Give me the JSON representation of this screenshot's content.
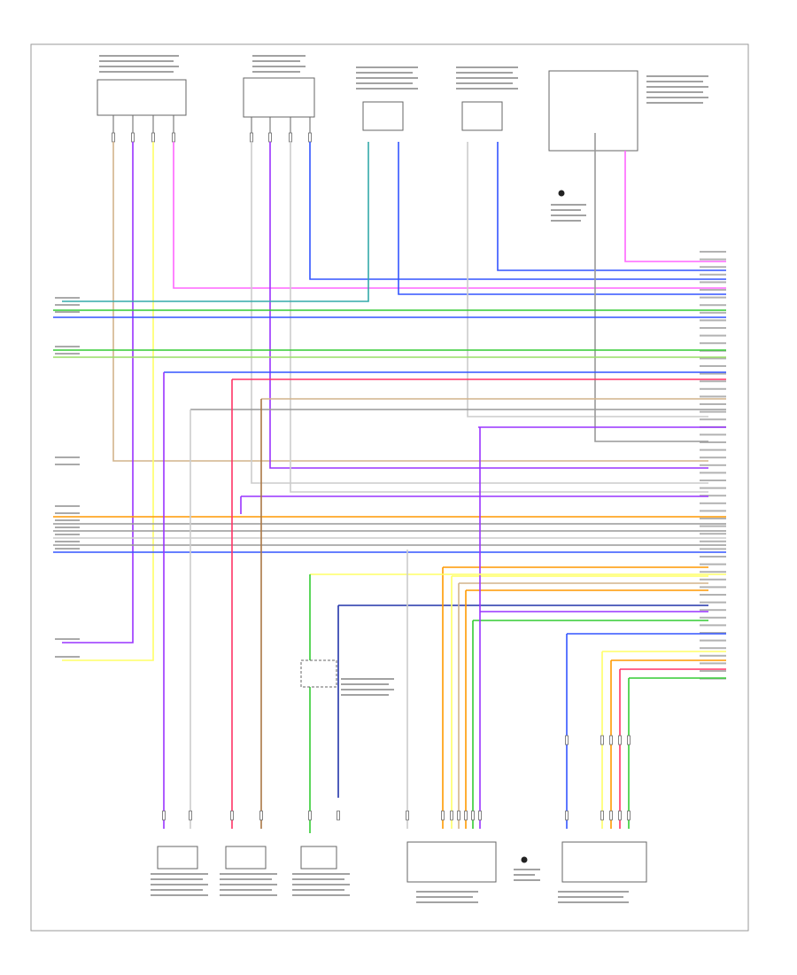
{
  "page_ref": "",
  "colors": {
    "frame": "#999999",
    "component": "#666666",
    "ground": "#222222",
    "label": "#555555"
  },
  "wires": [
    {
      "name": "pink",
      "hex": "#ff66ff"
    },
    {
      "name": "blue",
      "hex": "#3355ff"
    },
    {
      "name": "violet",
      "hex": "#9933ff"
    },
    {
      "name": "green",
      "hex": "#33cc33"
    },
    {
      "name": "yellow",
      "hex": "#ffff66"
    },
    {
      "name": "red",
      "hex": "#ff3366"
    },
    {
      "name": "orange",
      "hex": "#ff9900"
    },
    {
      "name": "white",
      "hex": "#cccccc"
    },
    {
      "name": "gray",
      "hex": "#999999"
    },
    {
      "name": "tan",
      "hex": "#d2b48c"
    },
    {
      "name": "teal",
      "hex": "#33aaaa"
    },
    {
      "name": "dark-gray",
      "hex": "#777777"
    },
    {
      "name": "brown",
      "hex": "#aa7744"
    },
    {
      "name": "dark-blue",
      "hex": "#2233aa"
    },
    {
      "name": "light-green",
      "hex": "#99dd66"
    }
  ]
}
